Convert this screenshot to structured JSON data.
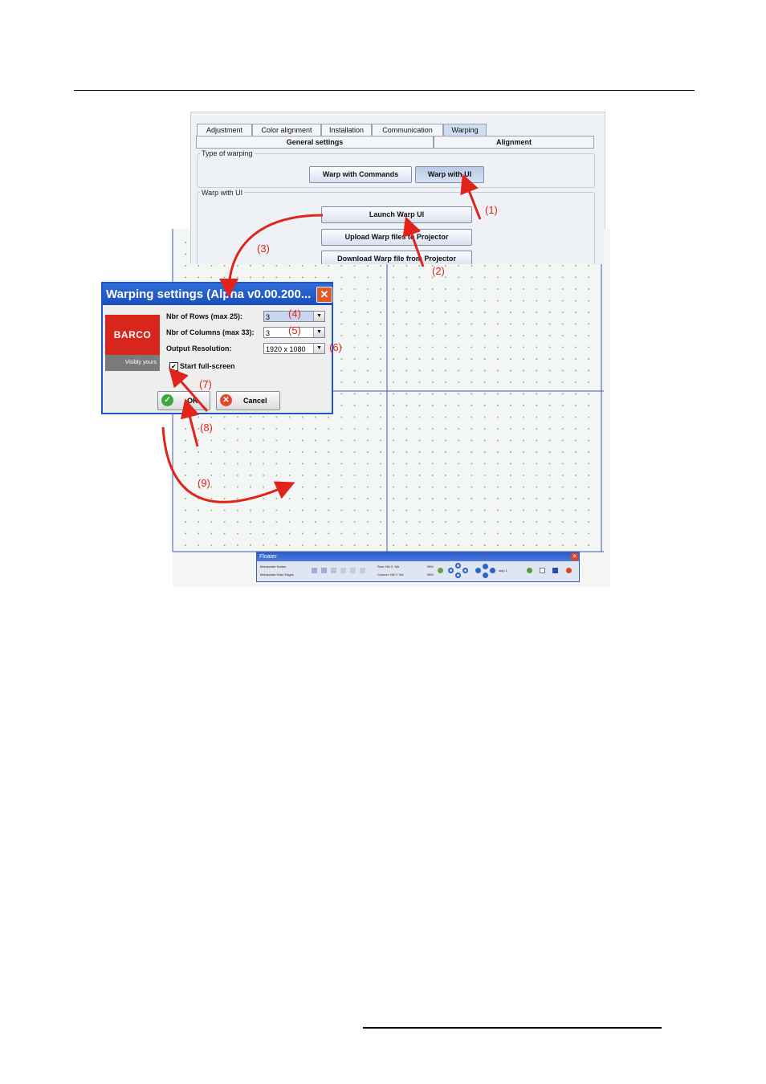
{
  "tabs": [
    "Adjustment",
    "Color alignment",
    "Installation",
    "Communication",
    "Warping"
  ],
  "active_tab": "Warping",
  "subtabs": [
    "General settings",
    "Alignment"
  ],
  "type_group": {
    "label": "Type of warping",
    "btn_commands": "Warp with Commands",
    "btn_ui": "Warp with UI"
  },
  "warp_group": {
    "label": "Warp with UI",
    "btn_launch": "Launch Warp UI",
    "btn_upload": "Upload Warp files to Projector",
    "btn_download": "Download Warp file from Projector"
  },
  "dialog": {
    "title": "Warping settings (Alpha v0.00.200...",
    "close_glyph": "✕",
    "logo_text": "BARCO",
    "logo_tagline": "Visibly yours",
    "rows_label": "Nbr of Rows (max 25):",
    "rows_value": "3",
    "cols_label": "Nbr of Columns (max 33):",
    "cols_value": "3",
    "res_label": "Output Resolution:",
    "res_value": "1920 x 1080",
    "fullscreen_label": "Start full-screen",
    "fullscreen_checked": "✔",
    "ok": "OK",
    "cancel": "Cancel"
  },
  "floater": {
    "title": "Floater",
    "radio1": "Manipulate Nodes",
    "radio2": "Manipulate Hard Edges",
    "row_label": "Row: NA  X: NA",
    "col_label": "Column: NA  Y: NA",
    "pct1": "98%",
    "pct2": "98%",
    "step_label": "step 1"
  },
  "callouts": [
    "(1)",
    "(2)",
    "(3)",
    "(4)",
    "(5)",
    "(6)",
    "(7)",
    "(8)",
    "(9)"
  ],
  "colors": {
    "accent": "#e0241b",
    "grid_dot": "#7ec85a",
    "grid_line": "#3d5bb0",
    "title_bar": "#1f57c6",
    "barco_red": "#d9261c"
  }
}
